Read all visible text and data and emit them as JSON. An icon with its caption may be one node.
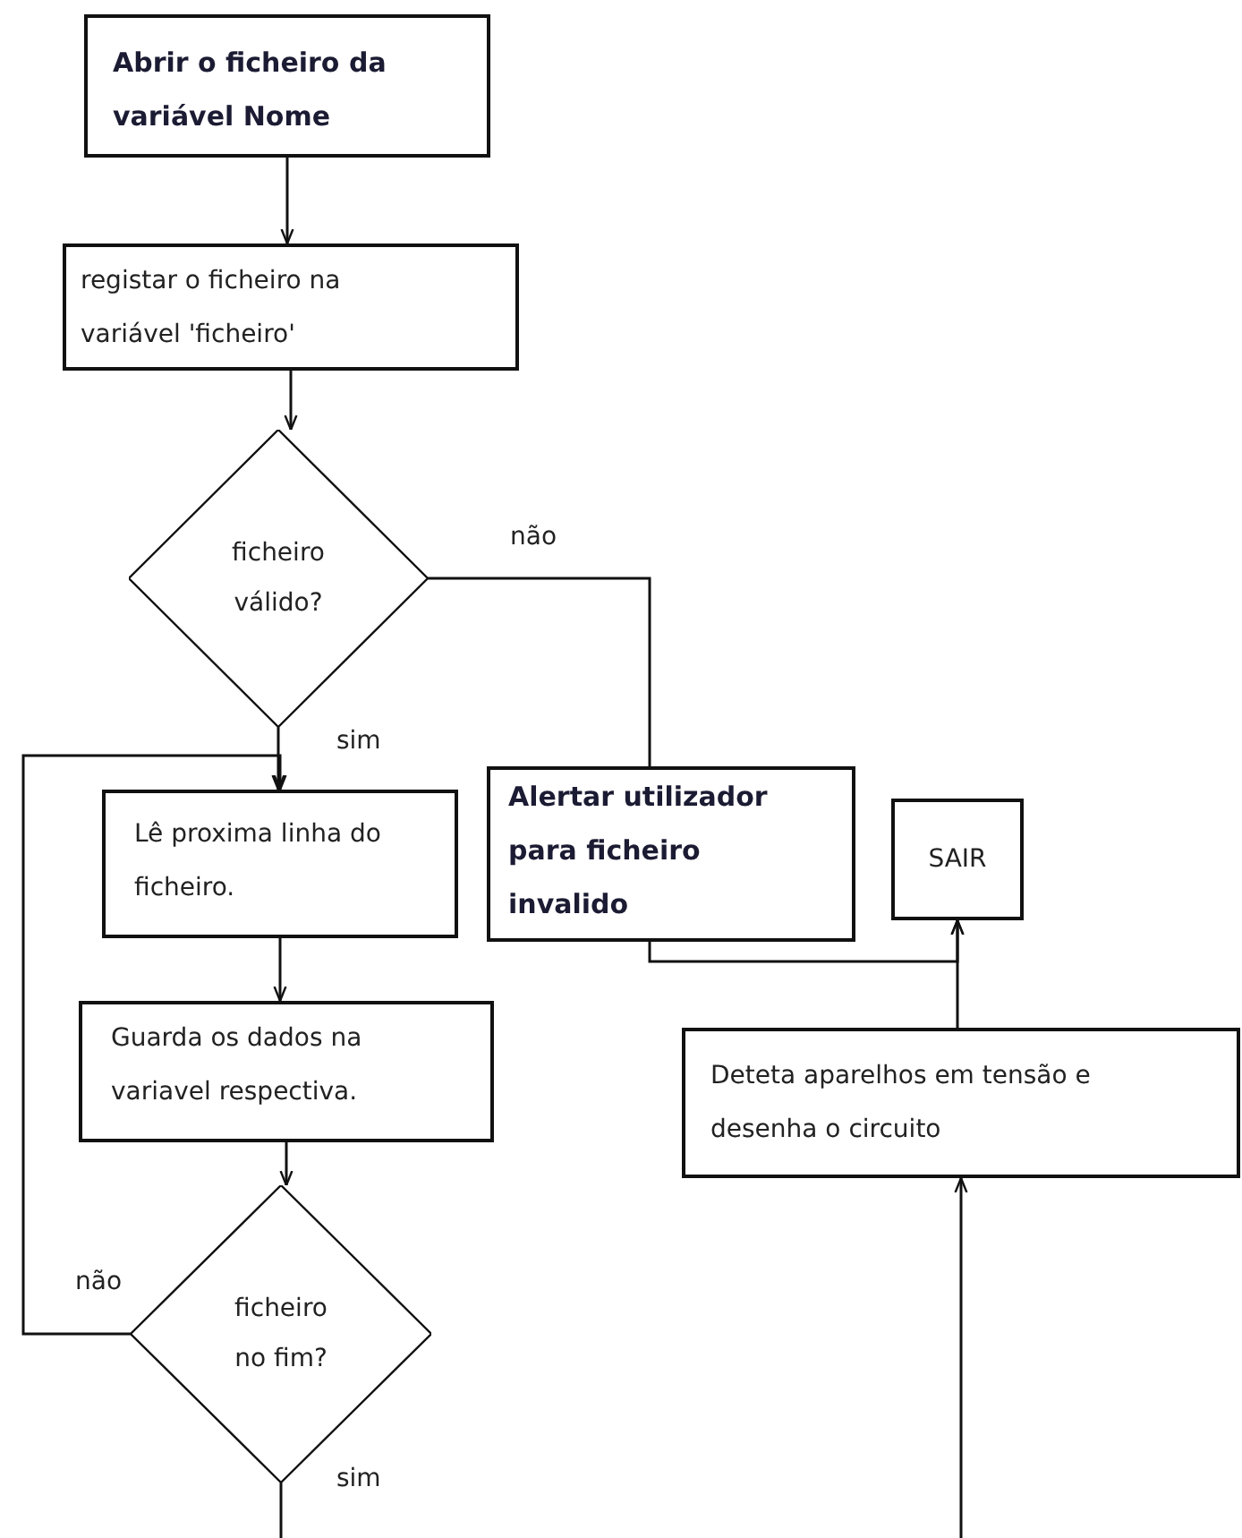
{
  "diagram": {
    "nodes": [
      {
        "text": [
          "Abrir o ficheiro da variável Nome"
        ]
      },
      {
        "text": [
          "registar o ficheiro na variável  'ficheiro'"
        ]
      },
      {
        "text": [
          "ficheiro válido?"
        ]
      },
      {
        "text": [
          "Lê proxima linha do ficheiro."
        ]
      },
      {
        "text": [
          "Guarda os dados na variavel respectiva."
        ]
      },
      {
        "text": [
          "ficheiro no fim?"
        ]
      },
      {
        "text": [
          "Alertar utilizador para ficheiro invalido"
        ]
      },
      {
        "text": [
          "SAIR"
        ]
      },
      {
        "text": [
          "Deteta aparelhos em tensão e desenha o circuito"
        ]
      }
    ],
    "edges": [
      {
        "from": 0,
        "to": 1,
        "arrow": "to"
      },
      {
        "from": 1,
        "to": 2,
        "arrow": "to"
      },
      {
        "from": 2,
        "to": 6,
        "arrow": "none",
        "label": "não"
      },
      {
        "from": 2,
        "to": 3,
        "arrow": "to",
        "label": "sim"
      },
      {
        "from": 3,
        "to": 4,
        "arrow": "to"
      },
      {
        "from": 4,
        "to": 5,
        "arrow": "to"
      },
      {
        "from": 5,
        "to": 3,
        "arrow": "to",
        "label": "não"
      },
      {
        "from": 5,
        "to": null,
        "arrow": "none",
        "label": "sim"
      },
      {
        "from": 6,
        "to": 7,
        "arrow": "to"
      },
      {
        "from": 8,
        "to": 7,
        "arrow": "to"
      },
      {
        "from": null,
        "to": 8,
        "arrow": "to"
      }
    ]
  }
}
